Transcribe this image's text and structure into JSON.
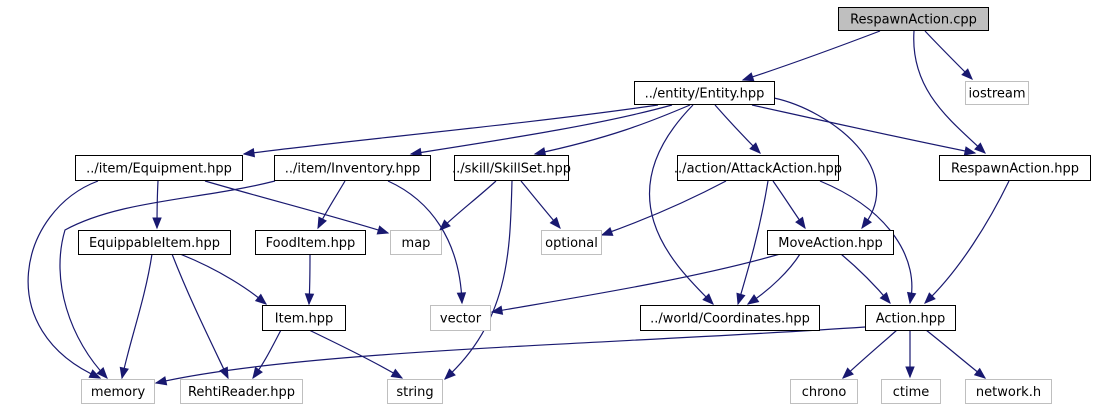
{
  "diagram": {
    "type": "include-dependency-graph",
    "root": "RespawnAction.cpp",
    "colors": {
      "edge": "#191970",
      "root_fill": "#bfbfbf",
      "local_border": "#000000",
      "system_border": "#bfbfbf",
      "node_fill": "#ffffff",
      "text": "#000000"
    },
    "nodes": [
      {
        "id": "respawn_cpp",
        "label": "RespawnAction.cpp",
        "kind": "root"
      },
      {
        "id": "iostream",
        "label": "iostream",
        "kind": "system"
      },
      {
        "id": "entity",
        "label": "../entity/Entity.hpp",
        "kind": "local"
      },
      {
        "id": "equipment",
        "label": "../item/Equipment.hpp",
        "kind": "local"
      },
      {
        "id": "inventory",
        "label": "../item/Inventory.hpp",
        "kind": "local"
      },
      {
        "id": "skillset",
        "label": "../skill/SkillSet.hpp",
        "kind": "local"
      },
      {
        "id": "attack",
        "label": "../action/AttackAction.hpp",
        "kind": "local"
      },
      {
        "id": "respawn_hpp",
        "label": "RespawnAction.hpp",
        "kind": "local"
      },
      {
        "id": "equippable",
        "label": "EquippableItem.hpp",
        "kind": "local"
      },
      {
        "id": "fooditem",
        "label": "FoodItem.hpp",
        "kind": "local"
      },
      {
        "id": "map",
        "label": "map",
        "kind": "system"
      },
      {
        "id": "optional",
        "label": "optional",
        "kind": "system"
      },
      {
        "id": "move",
        "label": "MoveAction.hpp",
        "kind": "local"
      },
      {
        "id": "item",
        "label": "Item.hpp",
        "kind": "local"
      },
      {
        "id": "vector",
        "label": "vector",
        "kind": "system"
      },
      {
        "id": "coords",
        "label": "../world/Coordinates.hpp",
        "kind": "local"
      },
      {
        "id": "action",
        "label": "Action.hpp",
        "kind": "local"
      },
      {
        "id": "memory",
        "label": "memory",
        "kind": "system"
      },
      {
        "id": "rehtireader",
        "label": "RehtiReader.hpp",
        "kind": "system"
      },
      {
        "id": "string",
        "label": "string",
        "kind": "system"
      },
      {
        "id": "chrono",
        "label": "chrono",
        "kind": "system"
      },
      {
        "id": "ctime",
        "label": "ctime",
        "kind": "system"
      },
      {
        "id": "network",
        "label": "network.h",
        "kind": "system"
      }
    ],
    "edges": [
      {
        "from": "respawn_cpp",
        "to": "entity"
      },
      {
        "from": "respawn_cpp",
        "to": "iostream"
      },
      {
        "from": "respawn_cpp",
        "to": "respawn_hpp"
      },
      {
        "from": "entity",
        "to": "equipment"
      },
      {
        "from": "entity",
        "to": "inventory"
      },
      {
        "from": "entity",
        "to": "skillset"
      },
      {
        "from": "entity",
        "to": "attack"
      },
      {
        "from": "entity",
        "to": "respawn_hpp"
      },
      {
        "from": "entity",
        "to": "move"
      },
      {
        "from": "entity",
        "to": "coords"
      },
      {
        "from": "equipment",
        "to": "equippable"
      },
      {
        "from": "equipment",
        "to": "map"
      },
      {
        "from": "equipment",
        "to": "memory"
      },
      {
        "from": "inventory",
        "to": "fooditem"
      },
      {
        "from": "inventory",
        "to": "memory"
      },
      {
        "from": "inventory",
        "to": "vector"
      },
      {
        "from": "skillset",
        "to": "map"
      },
      {
        "from": "skillset",
        "to": "optional"
      },
      {
        "from": "skillset",
        "to": "string"
      },
      {
        "from": "attack",
        "to": "optional"
      },
      {
        "from": "attack",
        "to": "move"
      },
      {
        "from": "attack",
        "to": "coords"
      },
      {
        "from": "attack",
        "to": "action"
      },
      {
        "from": "respawn_hpp",
        "to": "action"
      },
      {
        "from": "equippable",
        "to": "item"
      },
      {
        "from": "equippable",
        "to": "memory"
      },
      {
        "from": "equippable",
        "to": "rehtireader"
      },
      {
        "from": "fooditem",
        "to": "item"
      },
      {
        "from": "move",
        "to": "vector"
      },
      {
        "from": "move",
        "to": "coords"
      },
      {
        "from": "move",
        "to": "action"
      },
      {
        "from": "item",
        "to": "rehtireader"
      },
      {
        "from": "item",
        "to": "string"
      },
      {
        "from": "action",
        "to": "memory"
      },
      {
        "from": "action",
        "to": "chrono"
      },
      {
        "from": "action",
        "to": "ctime"
      },
      {
        "from": "action",
        "to": "network"
      }
    ]
  }
}
